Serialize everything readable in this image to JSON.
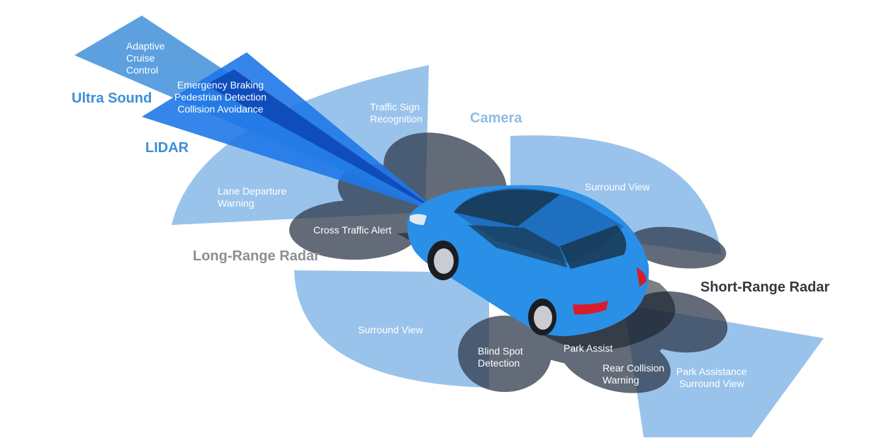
{
  "sensors": {
    "ultra_sound": "Ultra Sound",
    "lidar": "LIDAR",
    "camera": "Camera",
    "long_range_radar": "Long-Range Radar",
    "short_range_radar": "Short-Range Radar"
  },
  "zones": {
    "adaptive_cruise": "Adaptive\nCruise\nControl",
    "emergency": "Emergency Braking\nPedestrian Detection\nCollision Avoidance",
    "traffic_sign": "Traffic Sign\nRecognition",
    "lane_departure": "Lane Departure\nWarning",
    "cross_traffic": "Cross Traffic Alert",
    "surround_view_right": "Surround View",
    "surround_view_left": "Surround View",
    "blind_spot": "Blind Spot\nDetection",
    "park_assist": "Park Assist",
    "rear_collision": "Rear Collision\nWarning",
    "park_assistance": "Park Assistance\nSurround View"
  },
  "colors": {
    "light_blue": "#8fbce9",
    "dark_gray": "#3c4554",
    "beam_blue": "#1e6fd9",
    "deep_blue": "#0d47b8",
    "car_body": "#2a8fe6"
  }
}
